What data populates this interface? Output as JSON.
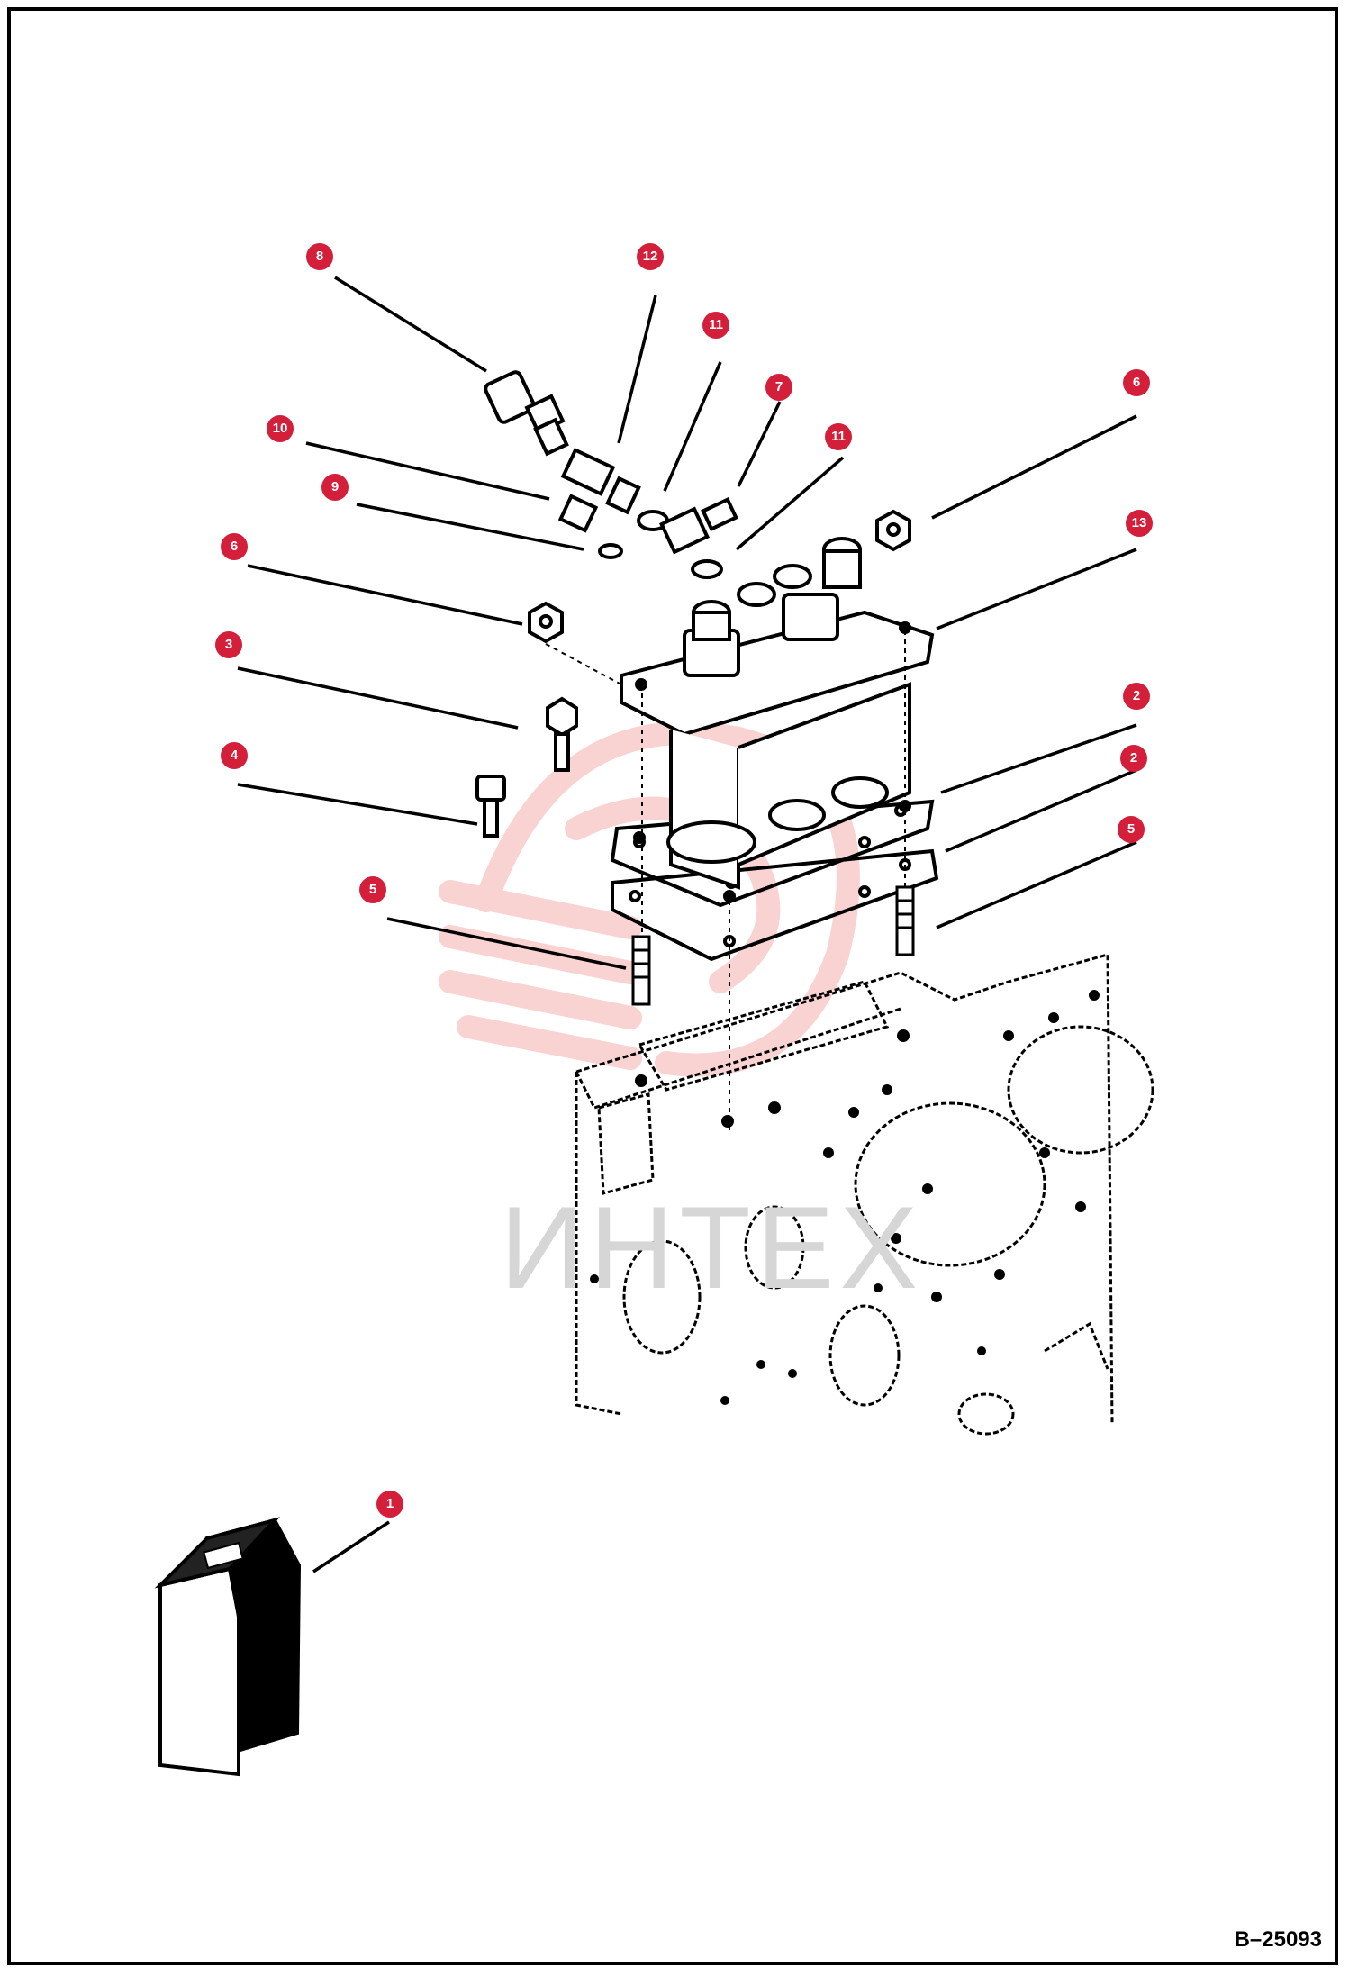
{
  "diagram": {
    "drawing_number": "B–25093",
    "watermark": "ИНТЕХ",
    "colors": {
      "callout": "#d41f3a",
      "line": "#000000",
      "watermark": "#f2a7a7",
      "background": "#ffffff"
    },
    "callouts": [
      {
        "id": "8",
        "label": "8"
      },
      {
        "id": "12",
        "label": "12"
      },
      {
        "id": "11a",
        "label": "11"
      },
      {
        "id": "7",
        "label": "7"
      },
      {
        "id": "10",
        "label": "10"
      },
      {
        "id": "11b",
        "label": "11"
      },
      {
        "id": "9",
        "label": "9"
      },
      {
        "id": "6a",
        "label": "6"
      },
      {
        "id": "6b",
        "label": "6"
      },
      {
        "id": "13",
        "label": "13"
      },
      {
        "id": "3",
        "label": "3"
      },
      {
        "id": "2a",
        "label": "2"
      },
      {
        "id": "2b",
        "label": "2"
      },
      {
        "id": "4",
        "label": "4"
      },
      {
        "id": "5a",
        "label": "5"
      },
      {
        "id": "5b",
        "label": "5"
      },
      {
        "id": "1",
        "label": "1"
      }
    ]
  }
}
